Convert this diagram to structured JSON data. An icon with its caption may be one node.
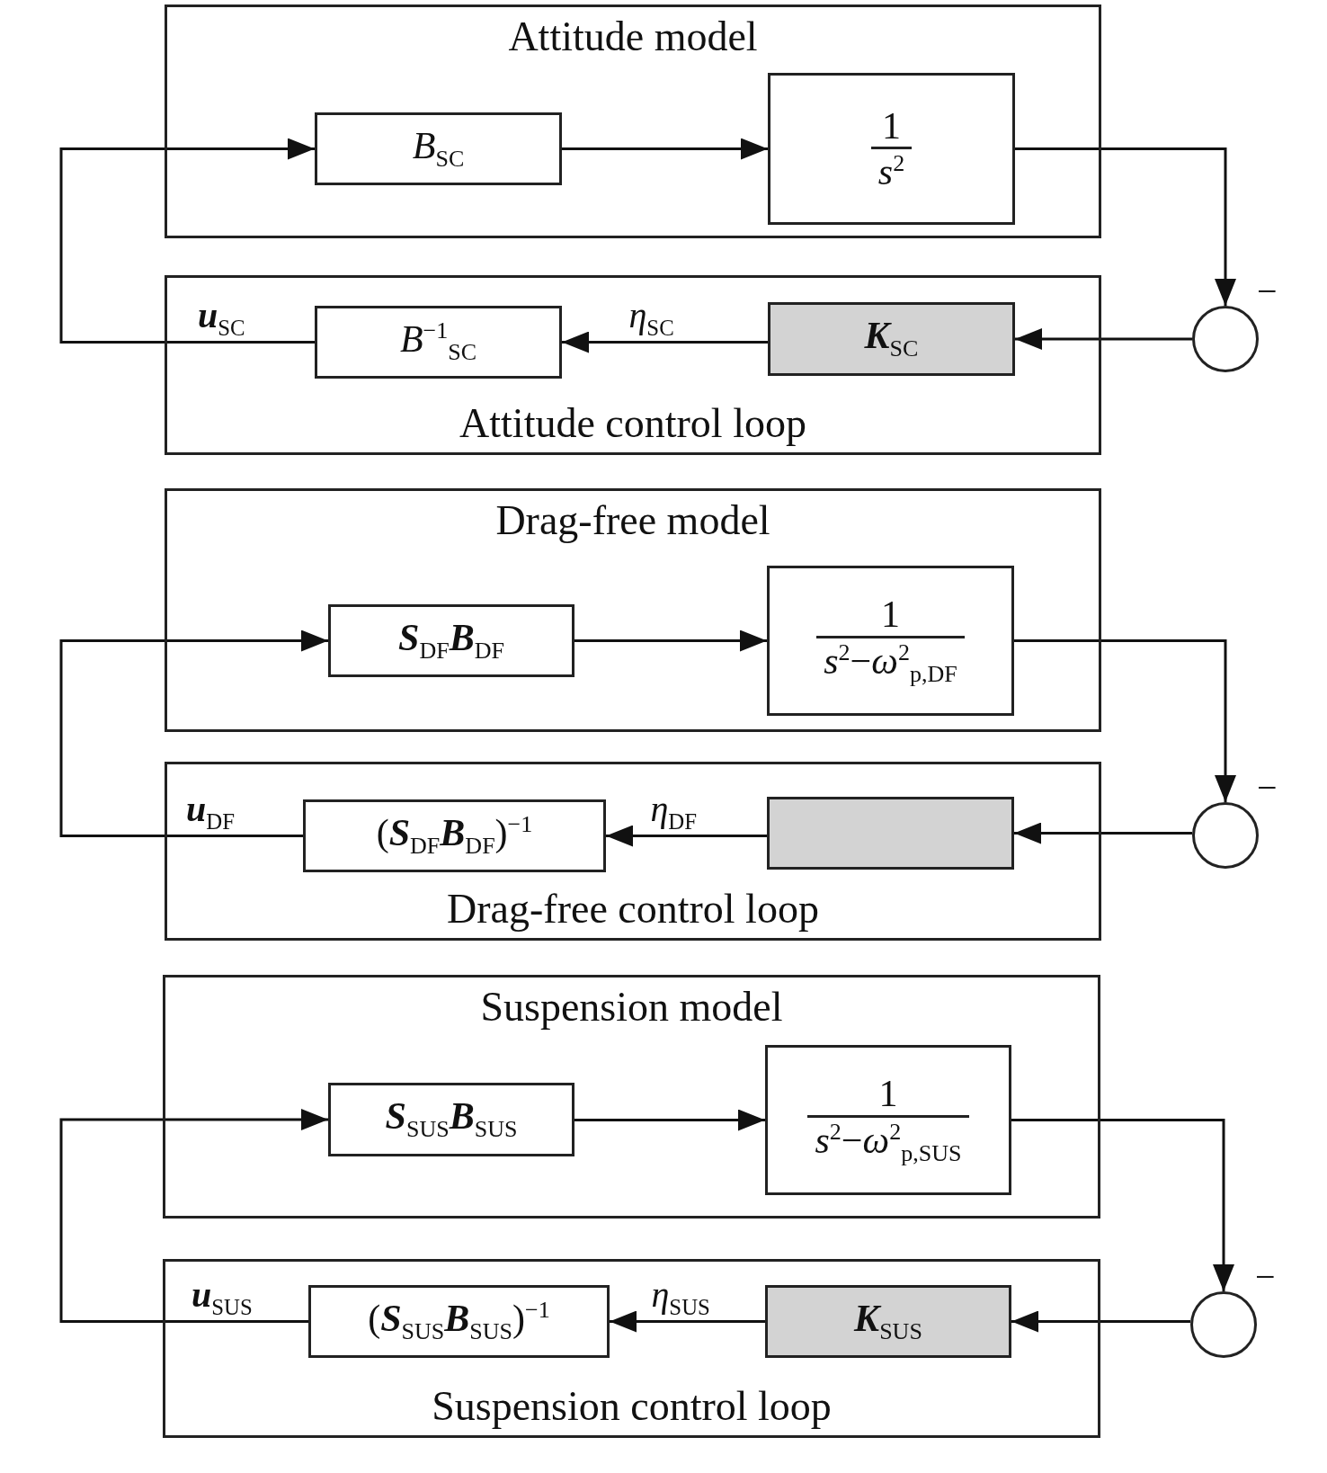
{
  "diagram": {
    "nodes": [
      {
        "text": [
          "Attitude model"
        ]
      },
      {
        "text": [
          "*B*$_{SC}$"
        ],
        "in": 0
      },
      {
        "text": [
          "1",
          "*s*$^{2}$"
        ],
        "in": 0
      },
      {
        "text": [
          "Attitude control loop"
        ]
      },
      {
        "text": [
          "*B*$^{−1}$$_{SC}$"
        ],
        "in": 3
      },
      {
        "text": [
          "**K**$_{SC}$"
        ],
        "in": 3
      },
      {
        "text": [],
        "shape": "circle",
        "beside": [
          "−"
        ]
      },
      {
        "text": [
          "Drag-free model"
        ]
      },
      {
        "text": [
          "**S**$_{DF}$**B**$_{DF}$"
        ],
        "in": 7
      },
      {
        "text": [
          "1",
          "*s*$^{2}$−*ω*$^{2}$$_{p,DF}$"
        ],
        "in": 7
      },
      {
        "text": [
          "Drag-free control loop"
        ]
      },
      {
        "text": [
          "(**S**$_{DF}$**B**$_{DF}$)$^{−1}$"
        ],
        "in": 10
      },
      {
        "text": [],
        "shape": "box",
        "in": 10
      },
      {
        "text": [],
        "shape": "circle",
        "beside": [
          "−"
        ]
      },
      {
        "text": [
          "Suspension model"
        ]
      },
      {
        "text": [
          "**S**$_{SUS}$**B**$_{SUS}$"
        ],
        "in": 14
      },
      {
        "text": [
          "1",
          "*s*$^{2}$−*ω*$^{2}$$_{p,SUS}$"
        ],
        "in": 14
      },
      {
        "text": [
          "Suspension control loop"
        ]
      },
      {
        "text": [
          "(**S**$_{SUS}$**B**$_{SUS}$)$^{−1}$"
        ],
        "in": 17
      },
      {
        "text": [
          "**K**$_{SUS}$"
        ],
        "in": 17
      },
      {
        "text": [],
        "shape": "circle",
        "beside": [
          "−"
        ]
      }
    ],
    "edges": [
      {
        "from": 1,
        "to": 2,
        "arrow": "to"
      },
      {
        "from": 2,
        "to": 6,
        "arrow": "to"
      },
      {
        "from": 6,
        "to": 5,
        "arrow": "to"
      },
      {
        "from": 5,
        "to": 4,
        "arrow": "to",
        "label": "*η*$_{SC}$"
      },
      {
        "from": 4,
        "to": 1,
        "arrow": "to",
        "label": "**u**$_{SC}$"
      },
      {
        "from": 8,
        "to": 9,
        "arrow": "to"
      },
      {
        "from": 9,
        "to": 13,
        "arrow": "to"
      },
      {
        "from": 13,
        "to": 12,
        "arrow": "to"
      },
      {
        "from": 12,
        "to": 11,
        "arrow": "to",
        "label": "*η*$_{DF}$"
      },
      {
        "from": 11,
        "to": 8,
        "arrow": "to",
        "label": "**u**$_{DF}$"
      },
      {
        "from": 15,
        "to": 16,
        "arrow": "to"
      },
      {
        "from": 16,
        "to": 20,
        "arrow": "to"
      },
      {
        "from": 20,
        "to": 19,
        "arrow": "to"
      },
      {
        "from": 19,
        "to": 18,
        "arrow": "to",
        "label": "*η*$_{SUS}$"
      },
      {
        "from": 18,
        "to": 15,
        "arrow": "to",
        "label": "**u**$_{SUS}$"
      }
    ]
  }
}
